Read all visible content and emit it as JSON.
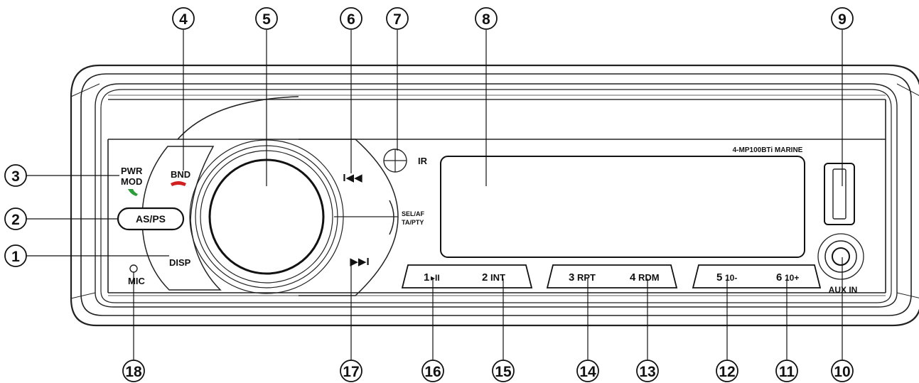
{
  "callouts": [
    "1",
    "2",
    "3",
    "4",
    "5",
    "6",
    "7",
    "8",
    "9",
    "10",
    "11",
    "12",
    "13",
    "14",
    "15",
    "16",
    "17",
    "18"
  ],
  "model": "4-MP100BTi MARINE",
  "labels": {
    "pwr": "PWR",
    "mod": "MOD",
    "bnd": "BND",
    "as_ps": "AS/PS",
    "disp": "DISP",
    "mic": "MIC",
    "ir": "IR",
    "sel_af": "SEL/AF",
    "ta_pty": "TA/PTY",
    "aux_in": "AUX IN",
    "prev": "I◀◀",
    "next": "▶▶I"
  },
  "presets": [
    {
      "num": "1",
      "label": "▸II"
    },
    {
      "num": "2",
      "label": "INT"
    },
    {
      "num": "3",
      "label": "RPT"
    },
    {
      "num": "4",
      "label": "RDM"
    },
    {
      "num": "5",
      "label": "10-"
    },
    {
      "num": "6",
      "label": "10+"
    }
  ],
  "colors": {
    "phone_pickup": "#2e9e3a",
    "phone_hangup": "#d22020"
  }
}
